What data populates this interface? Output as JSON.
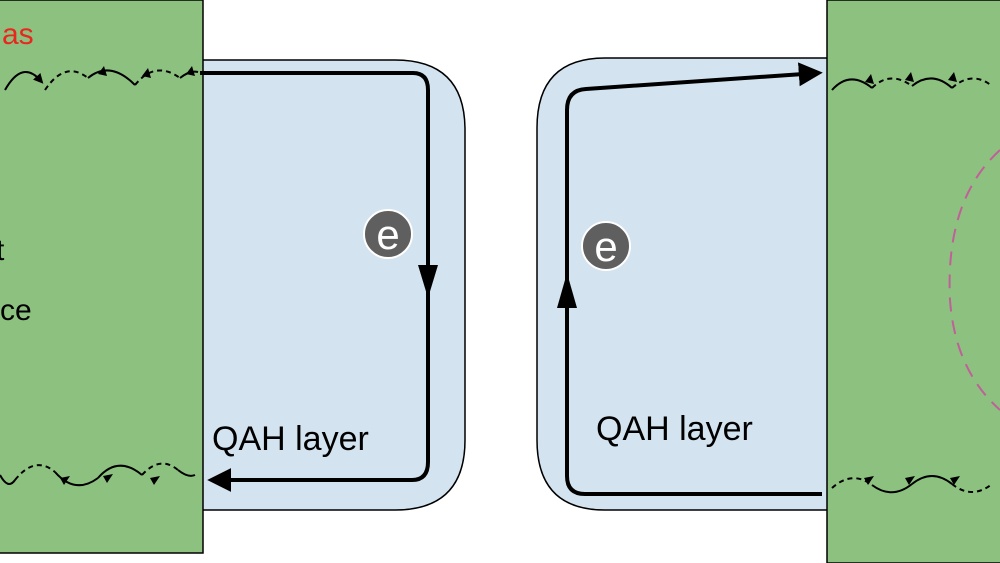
{
  "labels": {
    "left_partial_top": "as",
    "left_partial_mid1": "t",
    "left_partial_mid2": "ce",
    "qah_left": "QAH layer",
    "qah_right": "QAH layer",
    "electron_left": "e",
    "electron_right": "e"
  },
  "colors": {
    "green": "#8dc17f",
    "blue": "#d3e3ef",
    "red_text": "#e8281e",
    "dashed_circle": "#c0609a",
    "electron_fill": "#5f5f5f",
    "line": "#000000"
  }
}
